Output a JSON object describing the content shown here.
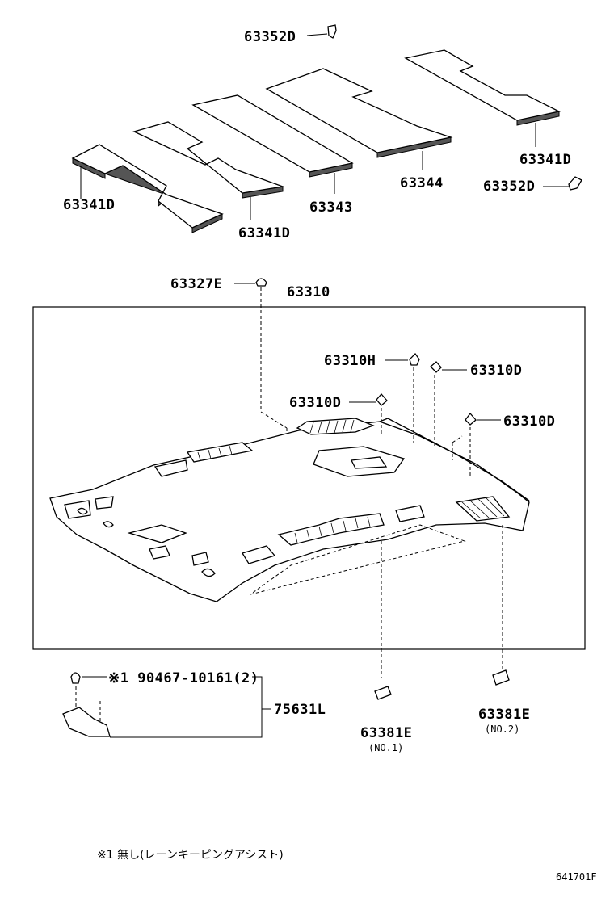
{
  "diagram": {
    "labels": {
      "p63352D_top": "63352D",
      "p63341D_right": "63341D",
      "p63352D_right": "63352D",
      "p63344": "63344",
      "p63343": "63343",
      "p63341D_left": "63341D",
      "p63341D_mid": "63341D",
      "p63327E": "63327E",
      "p63310": "63310",
      "p63310H": "63310H",
      "p63310D_a": "63310D",
      "p63310D_b": "63310D",
      "p63310D_c": "63310D",
      "bolt_note": "※1 90467-10161(2)",
      "p75631L": "75631L",
      "p63381E_1": "63381E",
      "p63381E_1_sub": "(NO.1)",
      "p63381E_2": "63381E",
      "p63381E_2_sub": "(NO.2)"
    },
    "footnote": "※1 無し(レーンキーピングアシスト)",
    "drawing_code": "641701F"
  }
}
